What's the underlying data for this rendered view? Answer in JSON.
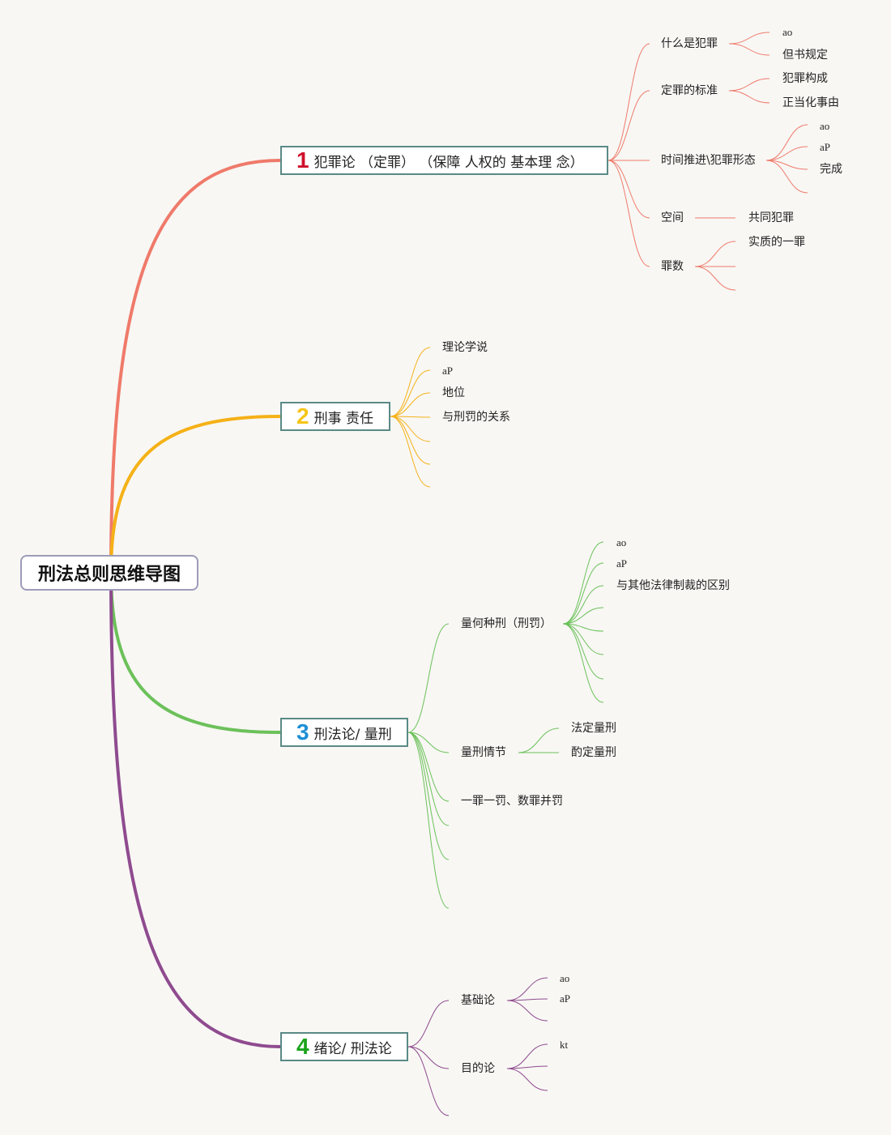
{
  "root": {
    "label": "刑法总则思维导图"
  },
  "colors": {
    "b1": "#ef7a6a",
    "b2": "#f5b117",
    "b3": "#6cc15a",
    "b4": "#8f4b8f",
    "num1": "#d0112b",
    "num2": "#f5c518",
    "num3": "#1e8fd6",
    "num4": "#1aa31a"
  },
  "branches": [
    {
      "num": "1",
      "label": "犯罪论 （定罪） （保障 人权的 基本理 念）",
      "children": [
        {
          "label": "什么是犯罪",
          "children": [
            "ao",
            "但书规定"
          ]
        },
        {
          "label": "定罪的标准",
          "children": [
            "犯罪构成",
            "正当化事由"
          ]
        },
        {
          "label": "时间推进\\犯罪形态",
          "children": [
            "ao",
            "aP",
            "完成"
          ]
        },
        {
          "label": "空间",
          "children": [
            "共同犯罪"
          ]
        },
        {
          "label": "罪数",
          "children": [
            "实质的一罪"
          ]
        }
      ]
    },
    {
      "num": "2",
      "label": "刑事 责任",
      "children": [
        "理论学说",
        "aP",
        "地位",
        "与刑罚的关系"
      ]
    },
    {
      "num": "3",
      "label": "刑法论/ 量刑",
      "children": [
        {
          "label": "量何种刑（刑罚）",
          "children": [
            "ao",
            "aP",
            "与其他法律制裁的区别"
          ]
        },
        {
          "label": "量刑情节",
          "children": [
            "法定量刑",
            "酌定量刑"
          ]
        },
        {
          "label": "一罪一罚、数罪并罚",
          "children": []
        }
      ]
    },
    {
      "num": "4",
      "label": "绪论/ 刑法论",
      "children": [
        {
          "label": "基础论",
          "children": [
            "ao",
            "aP"
          ]
        },
        {
          "label": "目的论",
          "children": [
            "kt"
          ]
        }
      ]
    }
  ]
}
